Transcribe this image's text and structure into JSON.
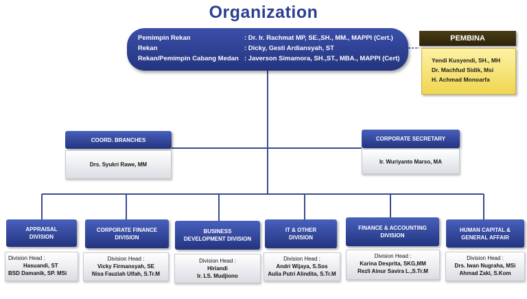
{
  "title": "Organization",
  "leadership": {
    "rows": [
      {
        "label": "Pemimpin Rekan",
        "value": ": Dr. Ir. Rachmat MP, SE.,SH., MM., MAPPI (Cert.)"
      },
      {
        "label": "Rekan",
        "value": ": Dicky, Gesti Ardiansyah, ST"
      },
      {
        "label": "Rekan/Pemimpin Cabang Medan",
        "value": ": Javerson Simamora, SH.,ST., MBA., MAPPI (Cert)"
      }
    ]
  },
  "pembina": {
    "label": "PEMBINA",
    "members": [
      "Yendi Kusyendi, SH., MH",
      "Dr. Machfud Sidik, Msi",
      "H. Achmad Monoarfa"
    ]
  },
  "coord_branches": {
    "label": "COORD. BRANCHES",
    "name": "Drs. Syukri Rawe, MM"
  },
  "corporate_secretary": {
    "label": "CORPORATE SECRETARY",
    "name": "Ir. Wuriyanto Marso, MA"
  },
  "divisions": [
    {
      "label1": "APPRAISAL",
      "label2": "DIVISION",
      "head_label": "Division Head :",
      "names": [
        "Hasuandi, ST",
        "BSD Damanik, SP. MSi"
      ]
    },
    {
      "label1": "CORPORATE FINANCE",
      "label2": "DIVISION",
      "head_label": "Division Head :",
      "names": [
        "Vicky Firmansyah, SE",
        "Nisa Fauziah Ulfah, S.Tr.M"
      ]
    },
    {
      "label1": "BUSINESS",
      "label2": "DEVELOPMENT DIVISION",
      "head_label": "Division Head :",
      "names": [
        "Hiriandi",
        "Ir. LS. Mudjiono"
      ]
    },
    {
      "label1": "IT & OTHER",
      "label2": "DIVISION",
      "head_label": "Division Head :",
      "names": [
        "Andri Wijaya, S.Sos",
        "Aulia Putri Alindita, S.Tr.M"
      ]
    },
    {
      "label1": "FINANCE & ACCOUNTING",
      "label2": "DIVISION",
      "head_label": "Division Head :",
      "names": [
        "Karina Desprita, SKG,MM",
        "Rezli Ainur Savira L.,S.Tr.M"
      ]
    },
    {
      "label1": "HUMAN CAPITAL &",
      "label2": "GENERAL AFFAIR",
      "head_label": "Division Head :",
      "names": [
        "Drs. Iwan Nugraha, MSi",
        "Ahmad Zaki, S.Kom"
      ]
    }
  ]
}
